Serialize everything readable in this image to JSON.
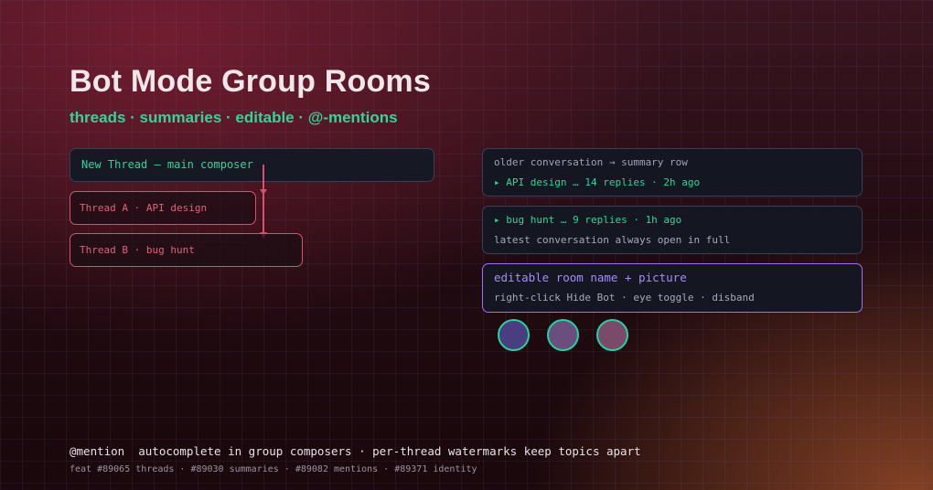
{
  "header": {
    "title": "Bot Mode Group Rooms",
    "subtitle": "threads · summaries · editable · @-mentions"
  },
  "left_panel": {
    "composer_label": "New Thread — main composer",
    "threads": [
      {
        "label": "Thread A · API design"
      },
      {
        "label": "Thread B · bug hunt"
      }
    ],
    "accent_color": "#d9506f"
  },
  "right_panel": {
    "summary_card": {
      "line1": "older conversation → summary row",
      "line2": "▸ API design …  14 replies · 2h ago"
    },
    "latest_card": {
      "line1": "▸ bug hunt …  9 replies · 1h ago",
      "line2": "latest conversation always open in full"
    },
    "identity_card": {
      "line1": "editable room name + picture",
      "line2": "right-click Hide Bot · eye toggle · disband"
    },
    "avatars": [
      {
        "color": "#4a3d80"
      },
      {
        "color": "#6a4f7e"
      },
      {
        "color": "#7a4a6a"
      }
    ]
  },
  "footer": {
    "line1": "@mention  autocomplete in group composers · per-thread watermarks keep topics apart",
    "line2": "feat #89065 threads · #89030 summaries · #89082 mentions · #89371 identity"
  },
  "colors": {
    "accent_green": "#34d399",
    "accent_purple": "#a78bfa",
    "thread_pink": "#d9506f"
  }
}
